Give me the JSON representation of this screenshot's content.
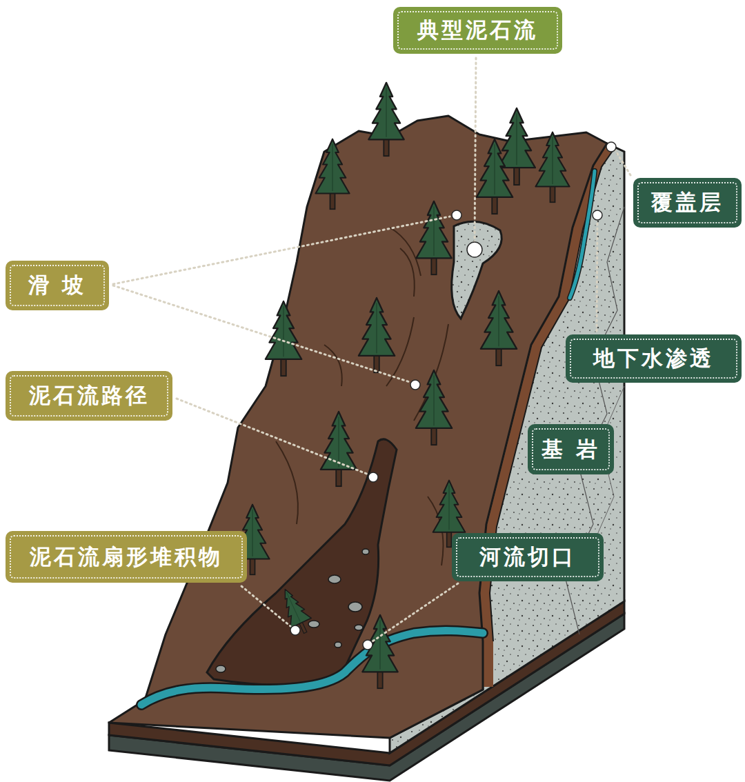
{
  "diagram": {
    "nodes": [
      {
        "text": [
          "典型泥石流"
        ]
      },
      {
        "text": [
          "覆盖层"
        ]
      },
      {
        "text": [
          "滑 坡"
        ]
      },
      {
        "text": [
          "地下水渗透"
        ]
      },
      {
        "text": [
          "泥石流路径"
        ]
      },
      {
        "text": [
          "基 岩"
        ]
      },
      {
        "text": [
          "泥石流扇形堆积物"
        ]
      },
      {
        "text": [
          "河流切口"
        ]
      }
    ]
  }
}
